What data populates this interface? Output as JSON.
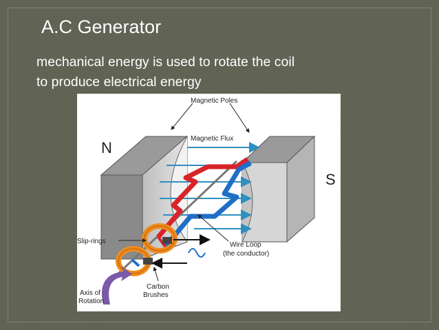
{
  "slide": {
    "title": "A.C Generator",
    "body_line1": "mechanical energy is used to rotate the coil",
    "body_line2": "to produce electrical energy"
  },
  "diagram": {
    "label_poles": "Magnetic Poles",
    "label_flux": "Magnetic Flux",
    "label_north": "N",
    "label_south": "S",
    "label_slip": "Slip-rings",
    "label_wire1": "Wire Loop",
    "label_wire2": "(the conductor)",
    "label_carbon1": "Carbon",
    "label_carbon2": "Brushes",
    "label_axis1": "Axis of",
    "label_axis2": "Rotation"
  },
  "colors": {
    "background": "#5f6152",
    "red_wire": "#d8242a",
    "blue_wire": "#1f6fc8",
    "flux_arrow": "#2f8fbf",
    "slip_ring": "#f08c1e",
    "rotation_arrow": "#7a5aa8"
  }
}
